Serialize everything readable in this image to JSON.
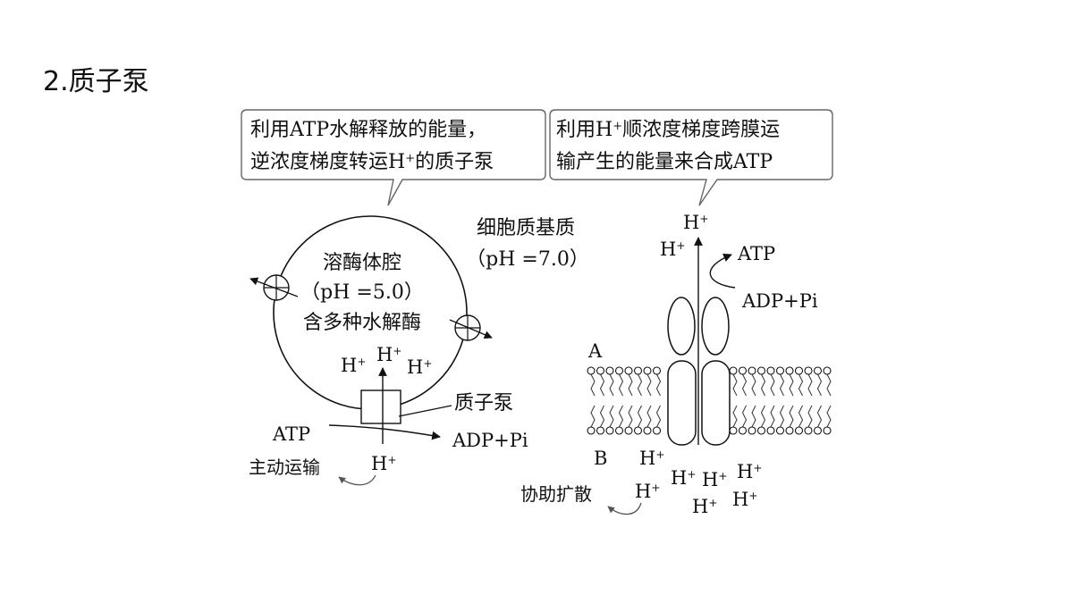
{
  "title": "2.质子泵",
  "callouts": {
    "left": {
      "line1": "利用ATP水解释放的能量，",
      "line2_pre": "逆浓度梯度转运H",
      "line2_sup": "+",
      "line2_post": "的质子泵"
    },
    "right": {
      "line1_pre": "利用H",
      "line1_sup": "+",
      "line1_post": "顺浓度梯度跨膜运",
      "line2": "输产生的能量来合成ATP"
    }
  },
  "lysosome": {
    "name": "溶酶体腔",
    "ph": "（pH =5.0）",
    "content": "含多种水解酶",
    "pump_label": "质子泵",
    "atp": "ATP",
    "adp": "ADP+Pi",
    "transport": "主动运输"
  },
  "cytoplasm": {
    "name": "细胞质基质",
    "ph": "（pH =7.0）"
  },
  "membrane": {
    "side_a": "A",
    "side_b": "B",
    "atp": "ATP",
    "adp": "ADP+Pi",
    "transport": "协助扩散"
  },
  "ion": {
    "base": "H",
    "sup": "+"
  }
}
